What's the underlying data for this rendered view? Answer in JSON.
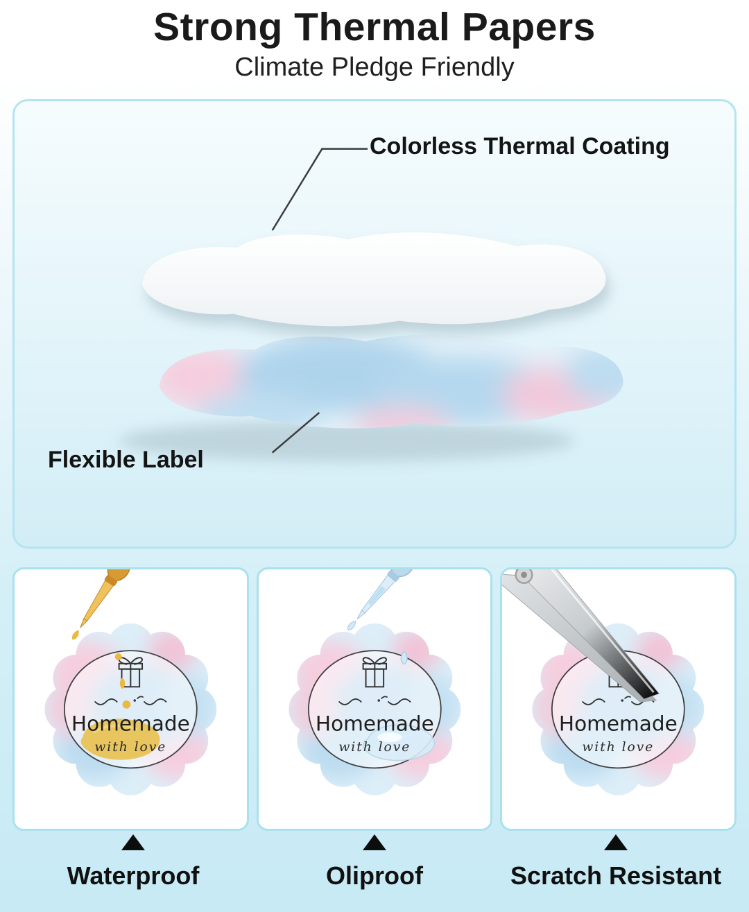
{
  "header": {
    "title": "Strong Thermal Papers",
    "subtitle": "Climate Pledge Friendly"
  },
  "diagram": {
    "callout_top": "Colorless Thermal Coating",
    "callout_bottom": "Flexible Label"
  },
  "sticker": {
    "line1": "Homemade",
    "line2": "with love"
  },
  "features": [
    {
      "label": "Waterproof",
      "icon": "oil-dropper-icon"
    },
    {
      "label": "Oliproof",
      "icon": "water-dropper-icon"
    },
    {
      "label": "Scratch Resistant",
      "icon": "blade-icon"
    }
  ],
  "colors": {
    "panel_border": "#a9e1ee",
    "watercolor_pink": "#f6cede",
    "watercolor_blue": "#b5d8ee",
    "oil_yellow": "#e9bd44",
    "text": "#111111"
  }
}
